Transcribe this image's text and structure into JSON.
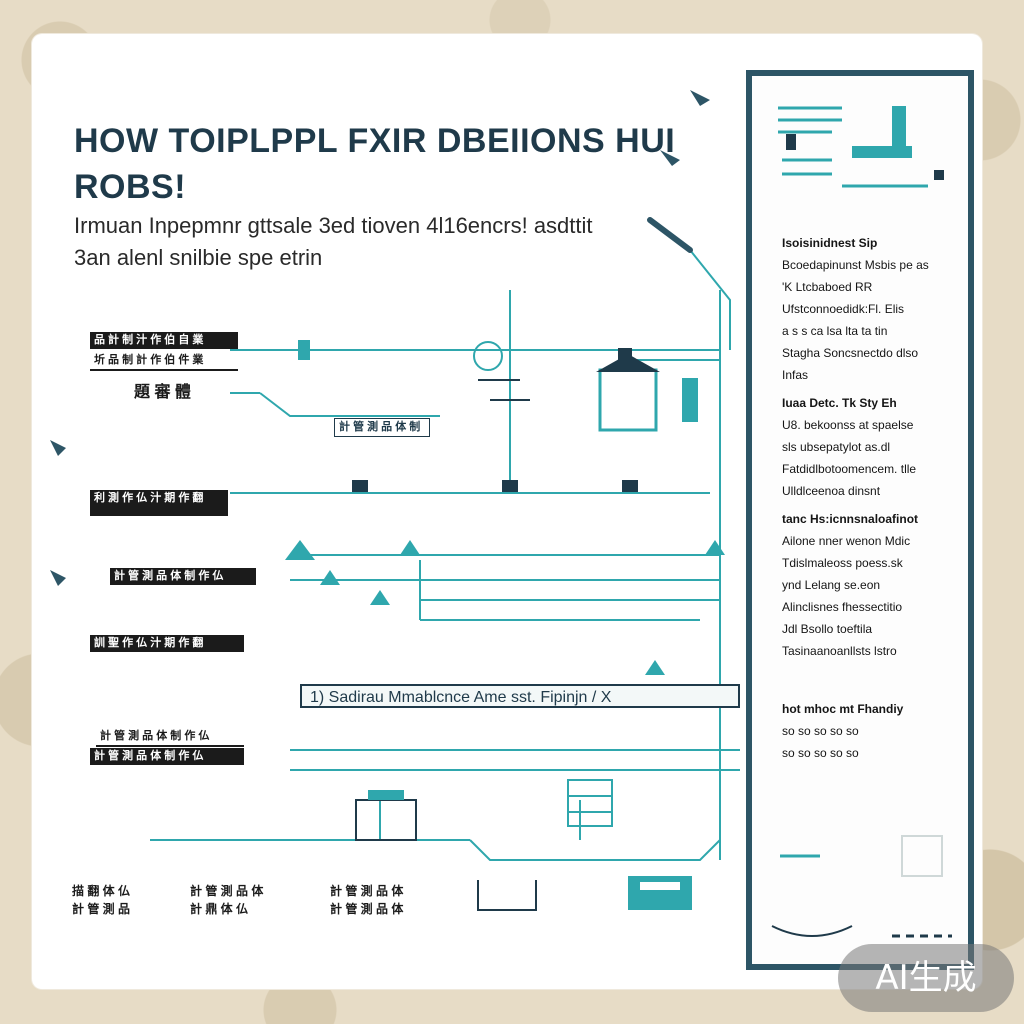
{
  "header": {
    "title": "HOW TOIPLPPL FXIR DBEIIONS HUI ROBS!",
    "subtitle": "Irmuan Inpepmnr gttsale 3ed tioven 4l16encrs! asdttit 3an alenl snilbie spe etrin"
  },
  "diagram": {
    "accent": "#2fa7ad",
    "dark": "#1f3a4a",
    "left_blocks": [
      "品 計 制 汁 作 伯 自 業",
      "圻 品 制 計 作 伯 件 業",
      "題 審 體",
      "利 測 作 仏 汁 期 作 翻",
      "計 管 測 品 体 制 作 仏",
      "訓 聖 作 仏 汁 期 作 翻",
      "計 管 測 品 体 制 作 仏",
      "計 管 測 品 体 制 作 仏"
    ],
    "mid_label": "計 管 測 品 体 制",
    "banner": "1) Sadirau Mmablcnce Ame sst. Fipinjn / X"
  },
  "side_panel": {
    "groups": [
      {
        "head": "Isoisinidnest Sip",
        "items": [
          "Bcoedapinunst Msbis pe as",
          "'K Ltcbaboed RR",
          "Ufstconnoedidk:Fl. Elis",
          "a s s ca lsa lta ta tin",
          "Stagha Soncsnectdo dlso",
          "Infas"
        ]
      },
      {
        "head": "Iuaa Detc. Tk Sty Eh",
        "items": [
          "U8. bekoonss at spaelse",
          "sls ubsepatylot as.dl",
          "Fatdidlbotoomencem. tlle",
          "Ulldlceenoa dinsnt"
        ]
      },
      {
        "head": "tanc Hs:icnnsnaloafinot",
        "items": [
          "Ailone nner wenon Mdic",
          "Tdislmaleoss poess.sk",
          "ynd Lelang se.eon",
          "Alinclisnes fhessectitio",
          "Jdl Bsollo toeftila",
          "Tasinaanoanllsts lstro"
        ]
      },
      {
        "head": "hot mhoc mt Fhandiy",
        "items": [
          "so so so so so",
          "so so so so so"
        ]
      }
    ]
  },
  "footer": {
    "labels": [
      "描 翻 体 仏\n計 管 測 品",
      "計 管 測 品 体\n計 鼎 体 仏",
      "計 管 測 品 体\n計 管 測 品 体"
    ]
  },
  "watermark": "AI生成"
}
